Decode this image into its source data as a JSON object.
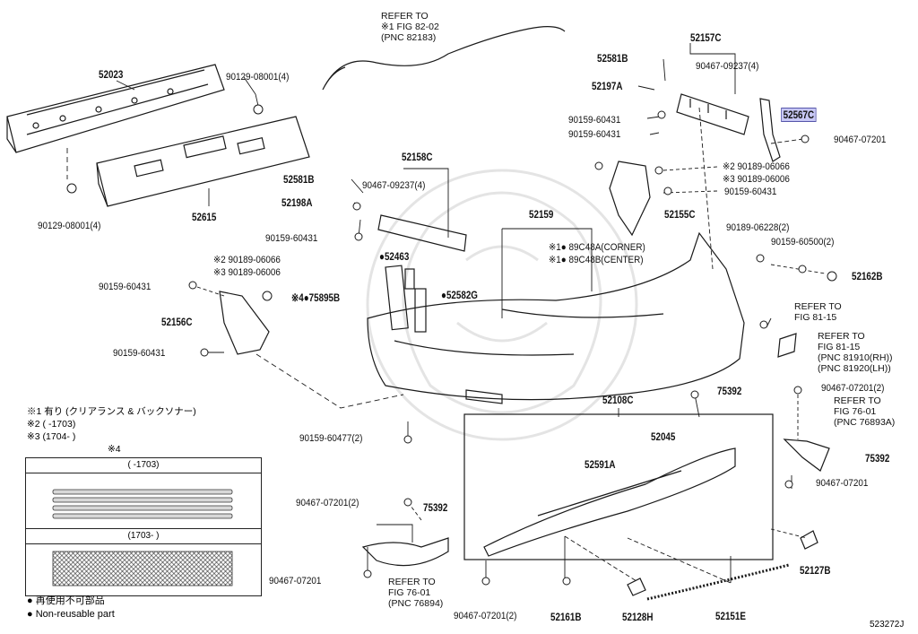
{
  "figure_id": "523272J",
  "labels": {
    "p52023": "52023",
    "p90129a": "90129-08001(4)",
    "p90129b": "90129-08001(4)",
    "p52615": "52615",
    "refer_wire": [
      "REFER TO",
      "※1 FIG 82-02",
      "(PNC 82183)"
    ],
    "p52157c": "52157C",
    "p52581b_top": "52581B",
    "p90467_09237_top": "90467-09237(4)",
    "p52197a": "52197A",
    "p52567c": "52567C",
    "p90159_60431_a": "90159-60431",
    "p90159_60431_b": "90159-60431",
    "p90467_07201_a": "90467-07201",
    "p52158c": "52158C",
    "p52581b_mid": "52581B",
    "p90467_09237_mid": "90467-09237(4)",
    "p52198a": "52198A",
    "p90159_60431_c": "90159-60431",
    "p90189_06066_r": "※2 90189-06066",
    "p90189_06006_r": "※3 90189-06006",
    "p90159_60431_d": "90159-60431",
    "p52155c": "52155C",
    "p52159": "52159",
    "p89c48a": "※1● 89C48A(CORNER)",
    "p89c48b": "※1● 89C48B(CENTER)",
    "p90189_06228": "90189-06228(2)",
    "p90159_60500": "90159-60500(2)",
    "p52162b": "52162B",
    "p52463": "●52463",
    "p90189_06066_l": "※2 90189-06066",
    "p90189_06006_l": "※3 90189-06006",
    "p90159_60431_e": "90159-60431",
    "p75895b": "※4●75895B",
    "p52582g": "●52582G",
    "p52156c": "52156C",
    "p90159_60431_f": "90159-60431",
    "refer_81_15a": [
      "REFER TO",
      "FIG 81-15"
    ],
    "refer_81_15b": [
      "REFER TO",
      "FIG 81-15",
      "(PNC 81910(RH))",
      "(PNC 81920(LH))"
    ],
    "p52108c": "52108C",
    "p75392_a": "75392",
    "p90467_07201_2_a": "90467-07201(2)",
    "refer_76_01a": [
      "REFER TO",
      "FIG 76-01",
      "(PNC 76893A)"
    ],
    "p90159_60477": "90159-60477(2)",
    "p52045": "52045",
    "p52591a": "52591A",
    "p75392_b": "75392",
    "p90467_07201_b": "90467-07201",
    "p90467_07201_2_b": "90467-07201(2)",
    "p75392_c": "75392",
    "p52127b": "52127B",
    "p90467_07201_c": "90467-07201",
    "refer_76_01b": [
      "REFER TO",
      "FIG 76-01",
      "(PNC 76894)"
    ],
    "p90467_07201_2_c": "90467-07201(2)",
    "p52161b": "52161B",
    "p52128h": "52128H",
    "p52151e": "52151E"
  },
  "notes": {
    "n1": "※1 有り (クリアランス & バックソナー)",
    "n2": "※2 (       -1703)",
    "n3": "※3 (1704-       )",
    "n4": "※4"
  },
  "variants": {
    "early": "(       -1703)",
    "late": "(1703-       )"
  },
  "legend": {
    "jp": "● 再使用不可部品",
    "en": "● Non-reusable part"
  },
  "colors": {
    "line": "#1a1a1a",
    "highlight": "#c7c7f4",
    "watermark": "#e2e2e2"
  }
}
